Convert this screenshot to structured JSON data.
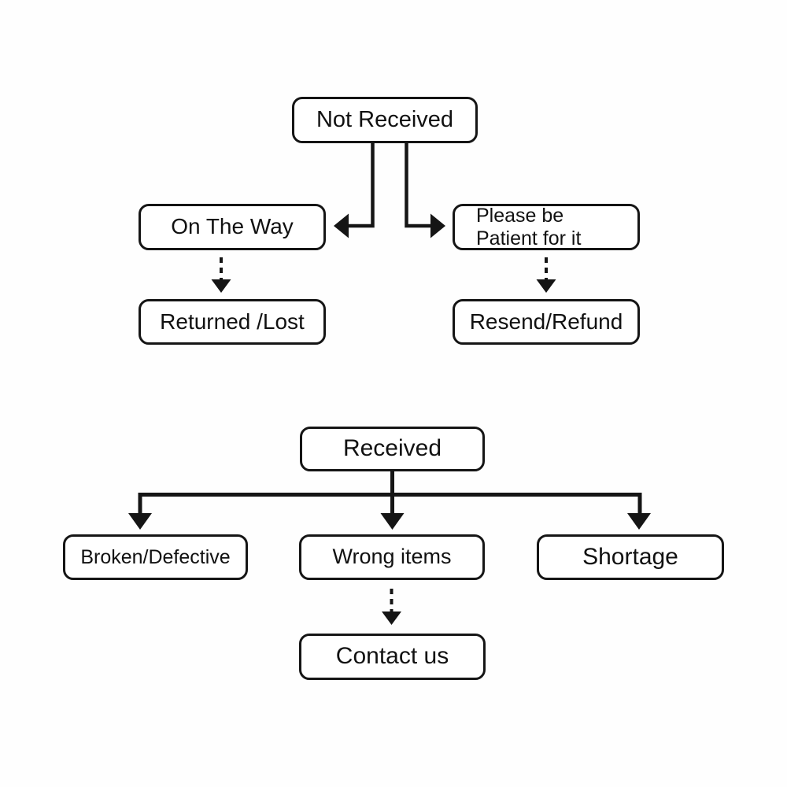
{
  "diagram": {
    "type": "flowchart",
    "background_color": "#ffffff",
    "line_color": "#151515",
    "box_fill": "#ffffff",
    "nodes": {
      "not_received": {
        "label": "Not Received"
      },
      "on_the_way": {
        "label": "On The Way"
      },
      "please_be_patient": {
        "lines": [
          "Please be",
          "Patient for it"
        ]
      },
      "returned_lost": {
        "label": "Returned /Lost"
      },
      "resend_refund": {
        "label": "Resend/Refund"
      },
      "received": {
        "label": "Received"
      },
      "broken_defective": {
        "label": "Broken/Defective"
      },
      "wrong_items": {
        "label": "Wrong items"
      },
      "shortage": {
        "label": "Shortage"
      },
      "contact_us": {
        "label": "Contact us"
      }
    },
    "edges": [
      {
        "from": "not_received",
        "to": "on_the_way",
        "style": "solid"
      },
      {
        "from": "not_received",
        "to": "please_be_patient",
        "style": "solid"
      },
      {
        "from": "on_the_way",
        "to": "returned_lost",
        "style": "dashed"
      },
      {
        "from": "please_be_patient",
        "to": "resend_refund",
        "style": "dashed"
      },
      {
        "from": "received",
        "to": "broken_defective",
        "style": "solid"
      },
      {
        "from": "received",
        "to": "wrong_items",
        "style": "solid"
      },
      {
        "from": "received",
        "to": "shortage",
        "style": "solid"
      },
      {
        "from": "wrong_items",
        "to": "contact_us",
        "style": "dashed"
      }
    ]
  }
}
